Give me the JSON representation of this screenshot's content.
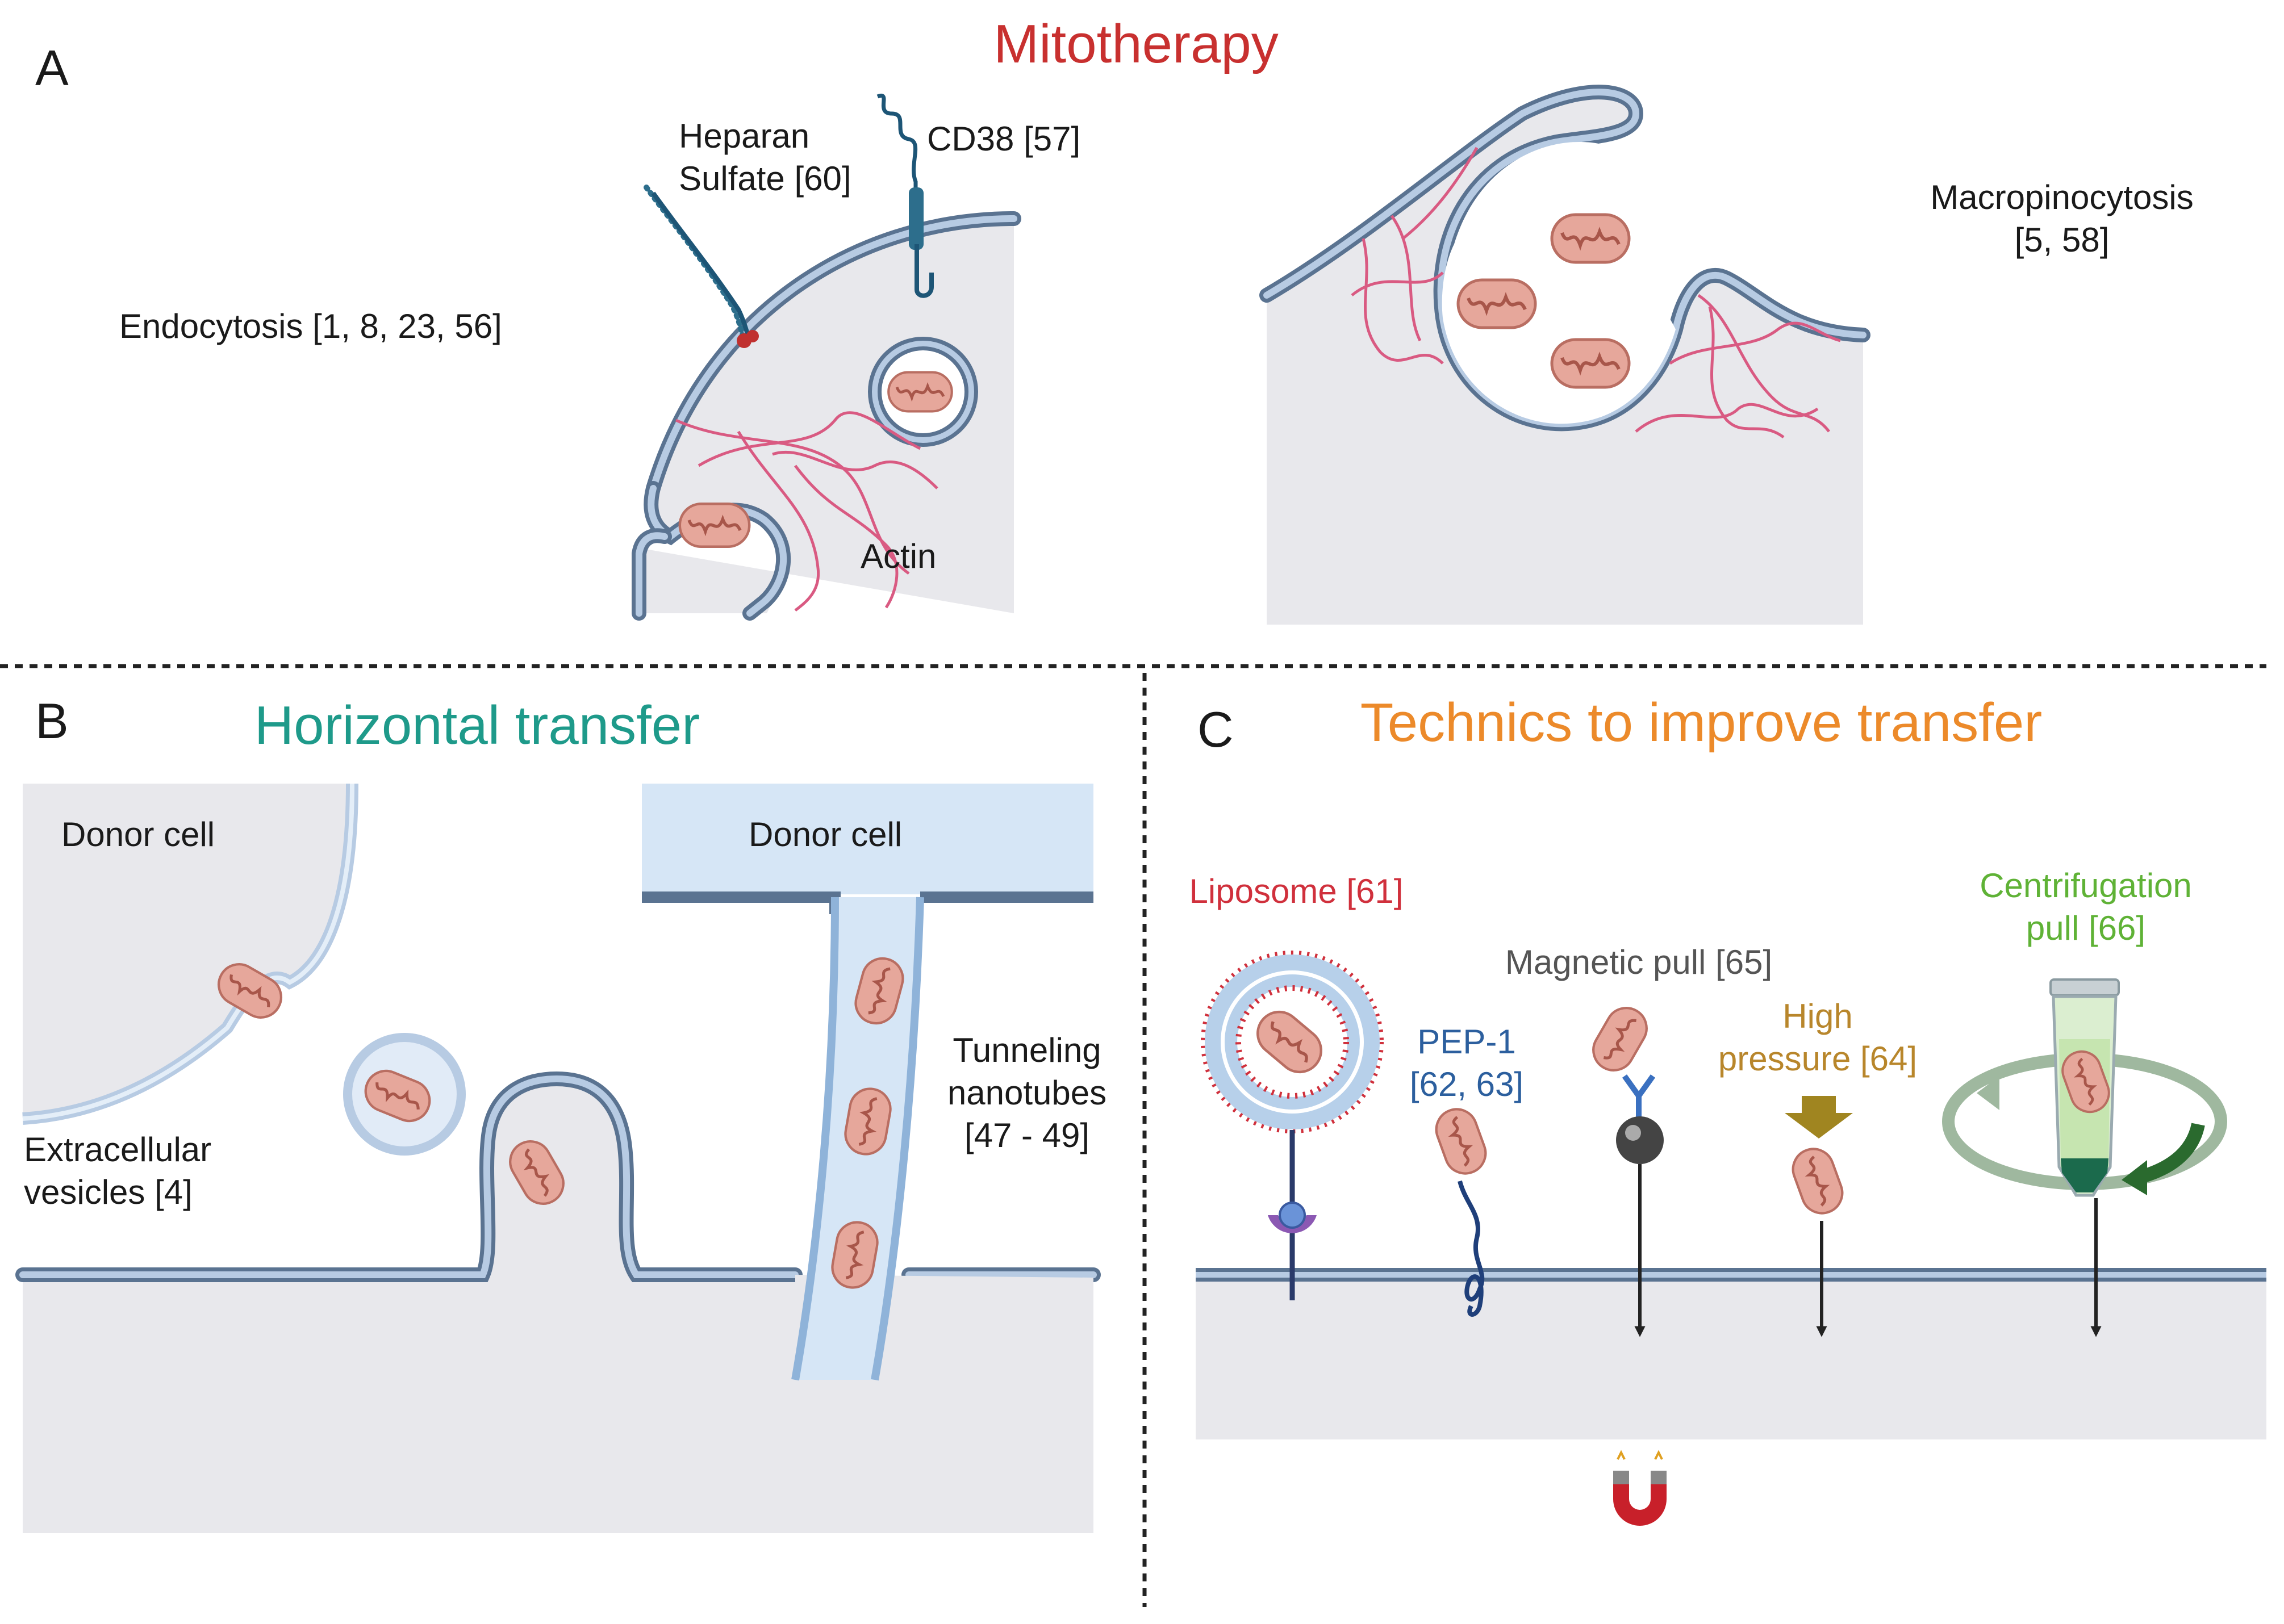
{
  "panels": {
    "a": {
      "letter": "A",
      "title": "Mitotherapy",
      "endocytosis": "Endocytosis [1, 8, 23, 56]",
      "heparan_line1": "Heparan",
      "heparan_line2": "Sulfate [60]",
      "cd38": "CD38 [57]",
      "actin": "Actin",
      "macro_line1": "Macropinocytosis",
      "macro_line2": "[5, 58]"
    },
    "b": {
      "letter": "B",
      "title": "Horizontal transfer",
      "donor_left": "Donor cell",
      "donor_right": "Donor cell",
      "ev_line1": "Extracellular",
      "ev_line2": "vesicles [4]",
      "tnt_line1": "Tunneling",
      "tnt_line2": "nanotubes",
      "tnt_line3": "[47 - 49]"
    },
    "c": {
      "letter": "C",
      "title": "Technics to improve transfer",
      "liposome": "Liposome [61]",
      "pep_line1": "PEP-1",
      "pep_line2": "[62, 63]",
      "magnetic": "Magnetic pull [65]",
      "pressure_line1": "High",
      "pressure_line2": "pressure [64]",
      "centri_line1": "Centrifugation",
      "centri_line2": "pull [66]"
    }
  },
  "colors": {
    "mitotherapy": "#c8302f",
    "horizontal": "#1e9a8a",
    "technics": "#ec8a2a",
    "liposome": "#d0303c",
    "pep": "#2c5f9e",
    "magnetic": "#555555",
    "pressure": "#b8862b",
    "centrifugation": "#5fb236",
    "mitochondrion": "#e6a79b",
    "membrane": "#5a7391",
    "cytoplasm": "#e8e8ec"
  },
  "icons": [
    "mitochondrion-icon",
    "magnet-icon",
    "centrifuge-tube-icon",
    "pressure-arrow-icon",
    "antibody-icon",
    "actin-filament-icon"
  ]
}
